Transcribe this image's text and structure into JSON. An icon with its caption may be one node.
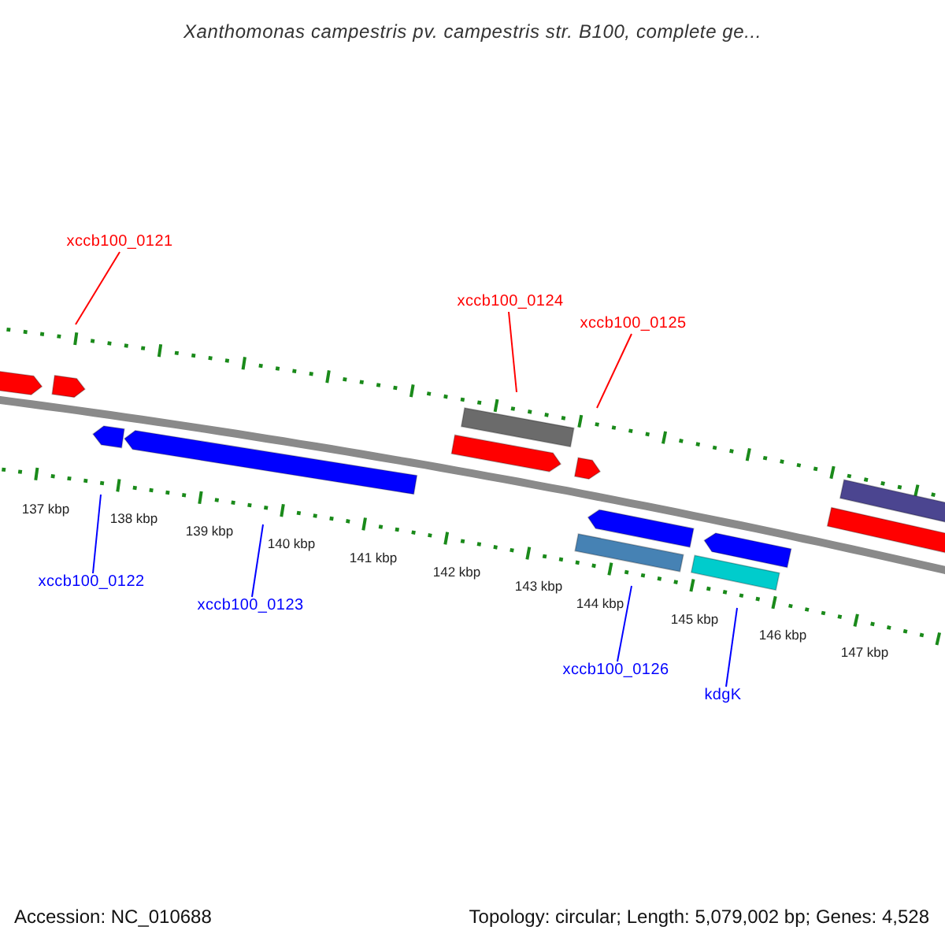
{
  "diagram": {
    "title": "Xanthomonas campestris pv. campestris str. B100, complete ge...",
    "nodes": [
      {
        "text": [
          "xccb100_0121"
        ]
      },
      {
        "text": [
          "xccb100_0124"
        ]
      },
      {
        "text": [
          "xccb100_0125"
        ]
      },
      {
        "text": [
          "xccb100_0122"
        ]
      },
      {
        "text": [
          "xccb100_0123"
        ]
      },
      {
        "text": [
          "xccb100_0126"
        ]
      },
      {
        "text": [
          "kdgK"
        ]
      }
    ],
    "edges": [
      {
        "from": 0,
        "to": null,
        "arrow": "none",
        "color": "#ff0000"
      },
      {
        "from": 1,
        "to": null,
        "arrow": "none",
        "color": "#ff0000"
      },
      {
        "from": 2,
        "to": null,
        "arrow": "none",
        "color": "#ff0000"
      },
      {
        "from": 3,
        "to": null,
        "arrow": "none"
      },
      {
        "from": 4,
        "to": null,
        "arrow": "none"
      },
      {
        "from": 5,
        "to": null,
        "arrow": "none"
      },
      {
        "from": 6,
        "to": null,
        "arrow": "none"
      }
    ],
    "labels": [
      "137 kbp",
      "138 kbp",
      "139 kbp",
      "140 kbp",
      "141 kbp",
      "142 kbp",
      "143 kbp",
      "144 kbp",
      "145 kbp",
      "146 kbp",
      "147 kbp",
      "Accession: NC_010688",
      "Topology: circular; Length: 5,079,002 bp; Genes: 4,528"
    ]
  }
}
